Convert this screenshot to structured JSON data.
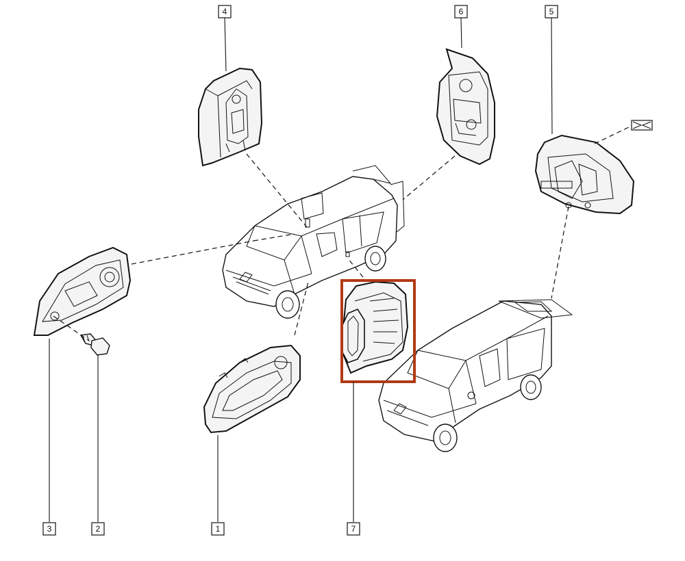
{
  "callouts": {
    "c1": "1",
    "c2": "2",
    "c3": "3",
    "c4": "4",
    "c5": "5",
    "c6": "6",
    "c7": "7"
  },
  "highlighted_part": "7",
  "colors": {
    "line": "#111111",
    "highlight": "#b03a14",
    "background": "#ffffff"
  }
}
